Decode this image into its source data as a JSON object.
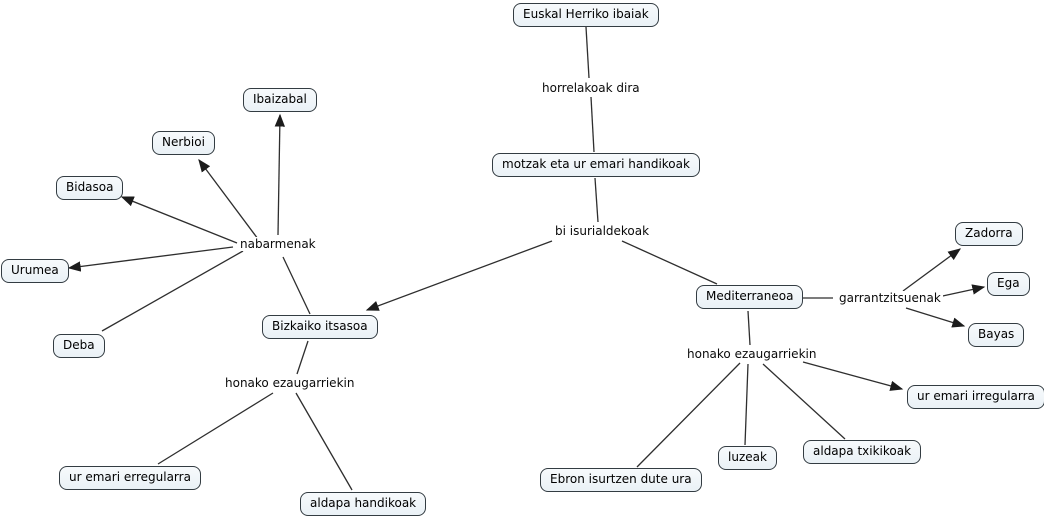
{
  "concept_map": {
    "language": "Basque",
    "colors": {
      "background": "#ffffff",
      "node_fill": "#eef4f8",
      "node_border": "#333c42",
      "line": "#2e2e2e",
      "arrowhead": "#1c1c1c",
      "text": "#000000"
    },
    "nodes": {
      "euskal_herriko_ibaiak": "Euskal Herriko ibaiak",
      "motzak": "motzak eta ur emari handikoak",
      "ibaizabal": "Ibaizabal",
      "nerbioi": "Nerbioi",
      "bidasoa": "Bidasoa",
      "urumea": "Urumea",
      "deba": "Deba",
      "bizkaiko_itsasoa": "Bizkaiko itsasoa",
      "mediterraneoa": "Mediterraneoa",
      "zadorra": "Zadorra",
      "ega": "Ega",
      "bayas": "Bayas",
      "ur_emari_erregularra": "ur emari erregularra",
      "aldapa_handikoak": "aldapa handikoak",
      "ur_emari_irregularra": "ur emari irregularra",
      "luzeak": "luzeak",
      "aldapa_txikikoak": "aldapa txikikoak",
      "ebron": "Ebron isurtzen dute ura"
    },
    "linking_phrases": {
      "horrelakoak_dira": "horrelakoak dira",
      "bi_isurialdekoak": "bi isurialdekoak",
      "nabarmenak": "nabarmenak",
      "honako_ezaugarriekin_left": "honako ezaugarriekin",
      "garrantzitsuenak": "garrantzitsuenak",
      "honako_ezaugarriekin_right": "honako ezaugarriekin"
    },
    "edges": [
      {
        "from": "euskal_herriko_ibaiak",
        "to": "horrelakoak_dira",
        "arrow": false
      },
      {
        "from": "horrelakoak_dira",
        "to": "motzak",
        "arrow": false
      },
      {
        "from": "motzak",
        "to": "bi_isurialdekoak",
        "arrow": false
      },
      {
        "from": "bi_isurialdekoak",
        "to": "bizkaiko_itsasoa",
        "arrow": true
      },
      {
        "from": "bi_isurialdekoak",
        "to": "mediterraneoa",
        "arrow": false
      },
      {
        "from": "bizkaiko_itsasoa",
        "to": "nabarmenak",
        "arrow": false
      },
      {
        "from": "nabarmenak",
        "to": "ibaizabal",
        "arrow": true
      },
      {
        "from": "nabarmenak",
        "to": "nerbioi",
        "arrow": true
      },
      {
        "from": "nabarmenak",
        "to": "bidasoa",
        "arrow": true
      },
      {
        "from": "nabarmenak",
        "to": "urumea",
        "arrow": true
      },
      {
        "from": "nabarmenak",
        "to": "deba",
        "arrow": false
      },
      {
        "from": "bizkaiko_itsasoa",
        "to": "honako_ezaugarriekin_left",
        "arrow": false
      },
      {
        "from": "honako_ezaugarriekin_left",
        "to": "ur_emari_erregularra",
        "arrow": false
      },
      {
        "from": "honako_ezaugarriekin_left",
        "to": "aldapa_handikoak",
        "arrow": false
      },
      {
        "from": "mediterraneoa",
        "to": "garrantzitsuenak",
        "arrow": false
      },
      {
        "from": "garrantzitsuenak",
        "to": "zadorra",
        "arrow": true
      },
      {
        "from": "garrantzitsuenak",
        "to": "ega",
        "arrow": true
      },
      {
        "from": "garrantzitsuenak",
        "to": "bayas",
        "arrow": true
      },
      {
        "from": "mediterraneoa",
        "to": "honako_ezaugarriekin_right",
        "arrow": false
      },
      {
        "from": "honako_ezaugarriekin_right",
        "to": "ebron",
        "arrow": false
      },
      {
        "from": "honako_ezaugarriekin_right",
        "to": "luzeak",
        "arrow": false
      },
      {
        "from": "honako_ezaugarriekin_right",
        "to": "aldapa_txikikoak",
        "arrow": false
      },
      {
        "from": "honako_ezaugarriekin_right",
        "to": "ur_emari_irregularra",
        "arrow": true
      }
    ]
  }
}
